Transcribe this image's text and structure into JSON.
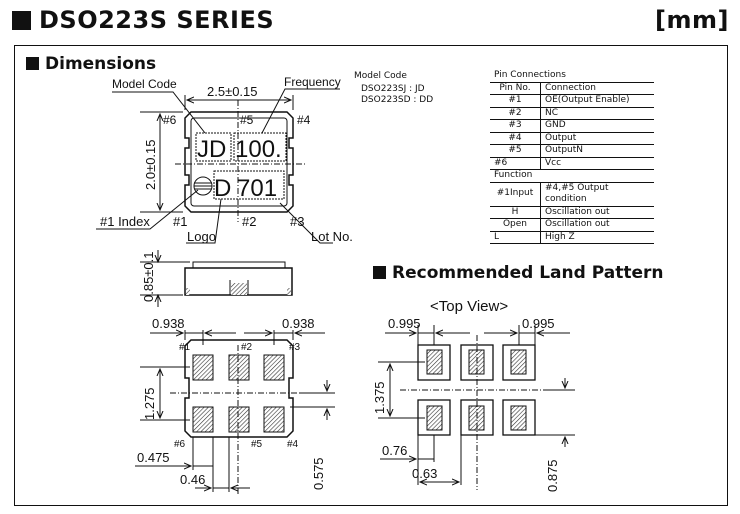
{
  "header": {
    "title": "DSO223S SERIES",
    "unit": "[mm]"
  },
  "dimensions": {
    "title": "Dimensions",
    "labels": {
      "model_code": "Model Code",
      "frequency": "Frequency",
      "width": "2.5±0.15",
      "height": "2.0±0.15",
      "thickness": "0.85±0.1",
      "index": "#1 Index",
      "logo": "Logo",
      "lot_no": "Lot No.",
      "pin1": "#1",
      "pin2": "#2",
      "pin3": "#3",
      "pin4": "#4",
      "pin5": "#5",
      "pin6": "#6"
    },
    "marking": {
      "line1_code": "JD",
      "line1_freq": "100.",
      "line2_logo": "D",
      "line2_lot": "701"
    },
    "bottom": {
      "d1": "0.938",
      "d2": "0.938",
      "d3": "1.275",
      "d4": "0.475",
      "d5": "0.46",
      "d6": "0.575"
    }
  },
  "model_code": {
    "title": "Model Code",
    "items": [
      "DSO223SJ : JD",
      "DSO223SD : DD"
    ]
  },
  "pin_table": {
    "title": "Pin Connections",
    "headers": [
      "Pin No.",
      "Connection"
    ],
    "rows": [
      [
        "#1",
        "OE(Output Enable)"
      ],
      [
        "#2",
        "NC"
      ],
      [
        "#3",
        "GND"
      ],
      [
        "#4",
        "Output"
      ],
      [
        "#5",
        "OutputN"
      ],
      [
        "#6",
        "Vcc"
      ]
    ],
    "function_title": "Function",
    "function_headers": [
      "#1Input",
      "#4,#5 Output condition"
    ],
    "function_rows": [
      [
        "H",
        "Oscillation out"
      ],
      [
        "Open",
        "Oscillation out"
      ],
      [
        "L",
        "High Z"
      ]
    ]
  },
  "land": {
    "title": "Recommended Land Pattern",
    "view": "<Top View>",
    "d1": "0.995",
    "d2": "0.995",
    "d3": "1.375",
    "d4": "0.76",
    "d5": "0.63",
    "d6": "0.875"
  }
}
